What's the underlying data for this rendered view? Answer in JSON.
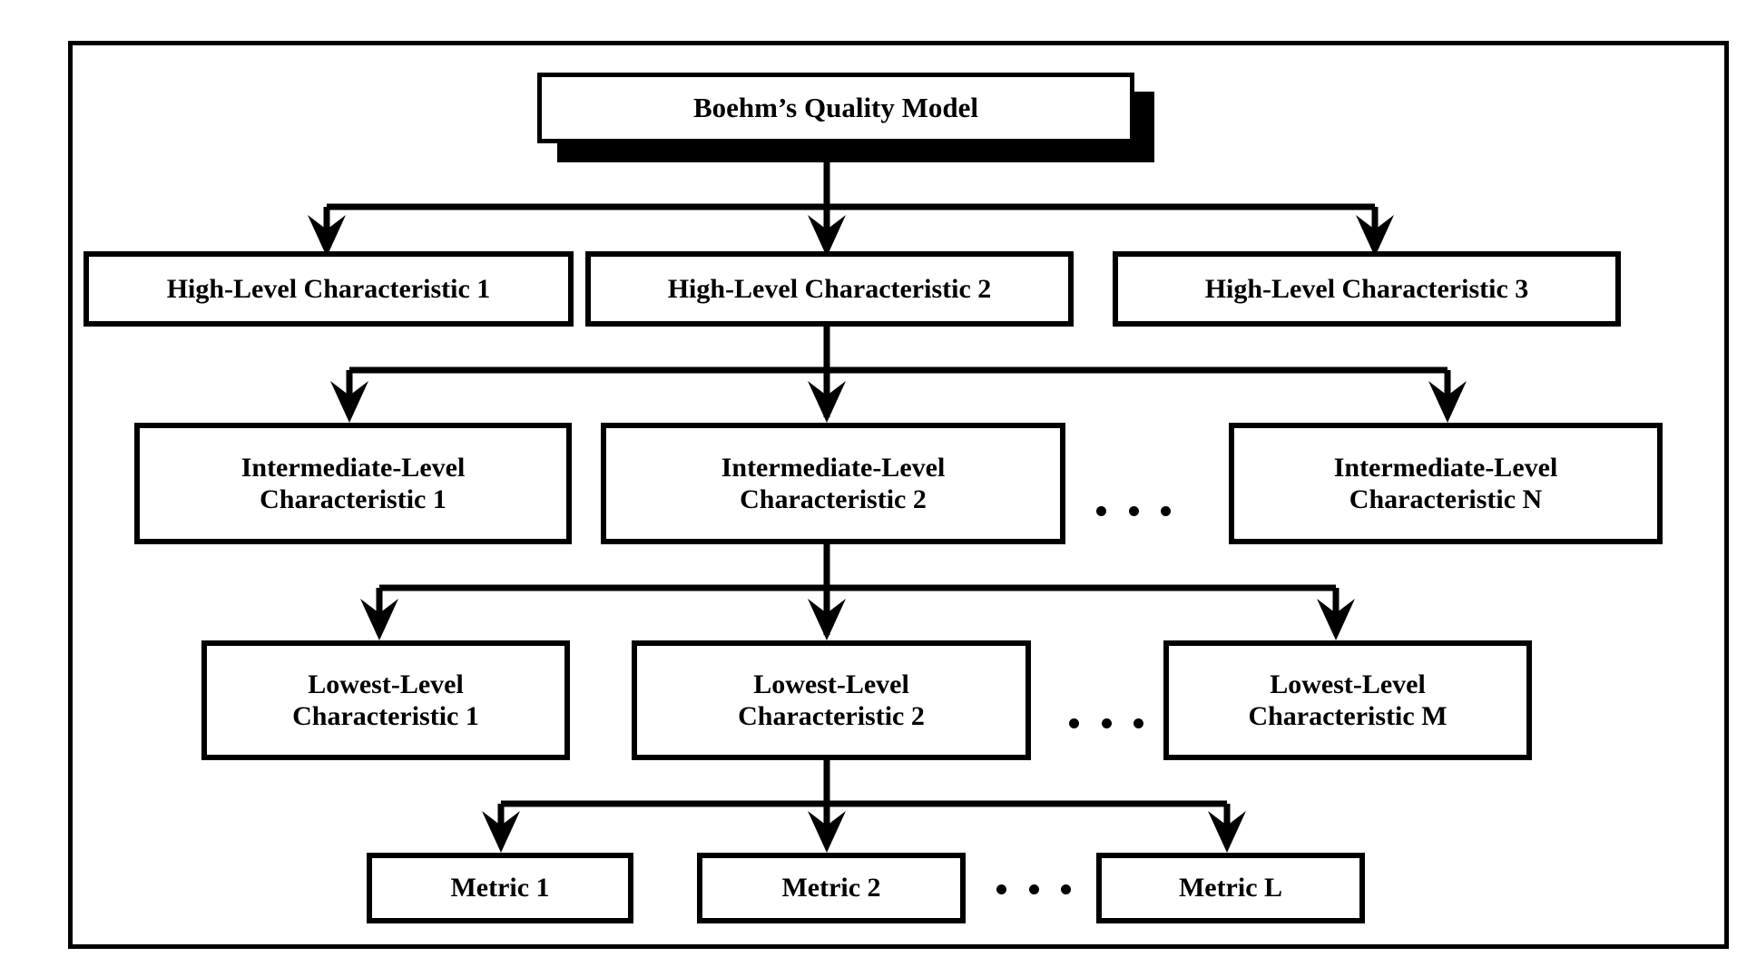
{
  "diagram": {
    "title": "Boehm’s Quality Model",
    "levels": [
      {
        "id": "high-level",
        "nodes": [
          {
            "label": "High-Level Characteristic 1"
          },
          {
            "label": "High-Level Characteristic 2"
          },
          {
            "label": "High-Level Characteristic 3"
          }
        ],
        "ellipsis": []
      },
      {
        "id": "intermediate-level",
        "nodes": [
          {
            "label": "Intermediate-Level\nCharacteristic 1"
          },
          {
            "label": "Intermediate-Level\nCharacteristic 2"
          },
          {
            "label": "Intermediate-Level\nCharacteristic N"
          }
        ],
        "ellipsis": [
          "•",
          "•",
          "•"
        ]
      },
      {
        "id": "lowest-level",
        "nodes": [
          {
            "label": "Lowest-Level\nCharacteristic 1"
          },
          {
            "label": "Lowest-Level\nCharacteristic 2"
          },
          {
            "label": "Lowest-Level\nCharacteristic M"
          }
        ],
        "ellipsis": [
          "•",
          "•",
          "•"
        ]
      },
      {
        "id": "metric-level",
        "nodes": [
          {
            "label": "Metric 1"
          },
          {
            "label": "Metric 2"
          },
          {
            "label": "Metric L"
          }
        ],
        "ellipsis": [
          "•",
          "•",
          "•"
        ]
      }
    ]
  },
  "colors": {
    "stroke": "#000000",
    "fill": "#ffffff",
    "shadow": "#000000"
  }
}
